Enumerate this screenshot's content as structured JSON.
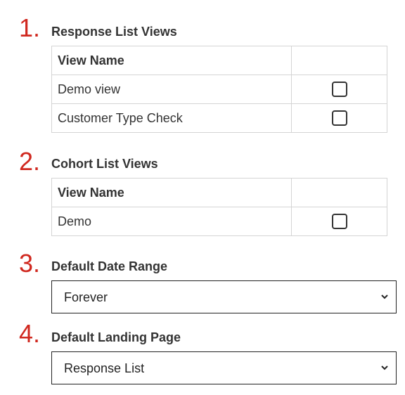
{
  "sections": [
    {
      "number": "1.",
      "title": "Response List Views"
    },
    {
      "number": "2.",
      "title": "Cohort List Views"
    },
    {
      "number": "3.",
      "title": "Default Date Range"
    },
    {
      "number": "4.",
      "title": "Default Landing Page"
    }
  ],
  "response_views": {
    "column_header": "View Name",
    "rows": [
      {
        "name": "Demo view",
        "checked": false
      },
      {
        "name": "Customer Type Check",
        "checked": false
      }
    ]
  },
  "cohort_views": {
    "column_header": "View Name",
    "rows": [
      {
        "name": "Demo",
        "checked": false
      }
    ]
  },
  "date_range": {
    "selected": "Forever"
  },
  "landing_page": {
    "selected": "Response List"
  },
  "colors": {
    "number_accent": "#d0281f",
    "border": "#d4d4d4",
    "text": "#333333"
  },
  "icons": {
    "dropdown": "chevron-down-icon"
  }
}
